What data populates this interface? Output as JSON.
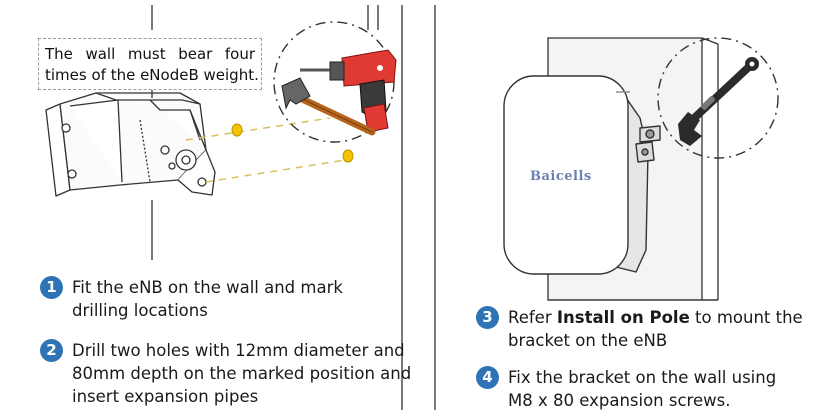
{
  "note": {
    "line1": "The wall must bear four",
    "line2": "times of the eNodeB weight."
  },
  "logo": "Baicells",
  "steps": [
    {
      "number": "1",
      "line1": "Fit the eNB on the wall and mark",
      "line2": "drilling locations"
    },
    {
      "number": "2",
      "line1": "Drill two holes with 12mm diameter and",
      "line2": "80mm depth on the marked position and",
      "line3": "insert expansion pipes"
    },
    {
      "number": "3",
      "pre": "Refer ",
      "bold": "Install on Pole",
      "post": " to mount the",
      "line2": "bracket on the eNB"
    },
    {
      "number": "4",
      "line1": "Fix the bracket on the wall using",
      "line2": "M8 x 80 expansion screws."
    }
  ],
  "colors": {
    "badge": "#2e74b5",
    "drill_body": "#e03a32",
    "hammer_handle": "#b5651d",
    "anchor_fill": "#f5c400",
    "line": "#333333"
  }
}
